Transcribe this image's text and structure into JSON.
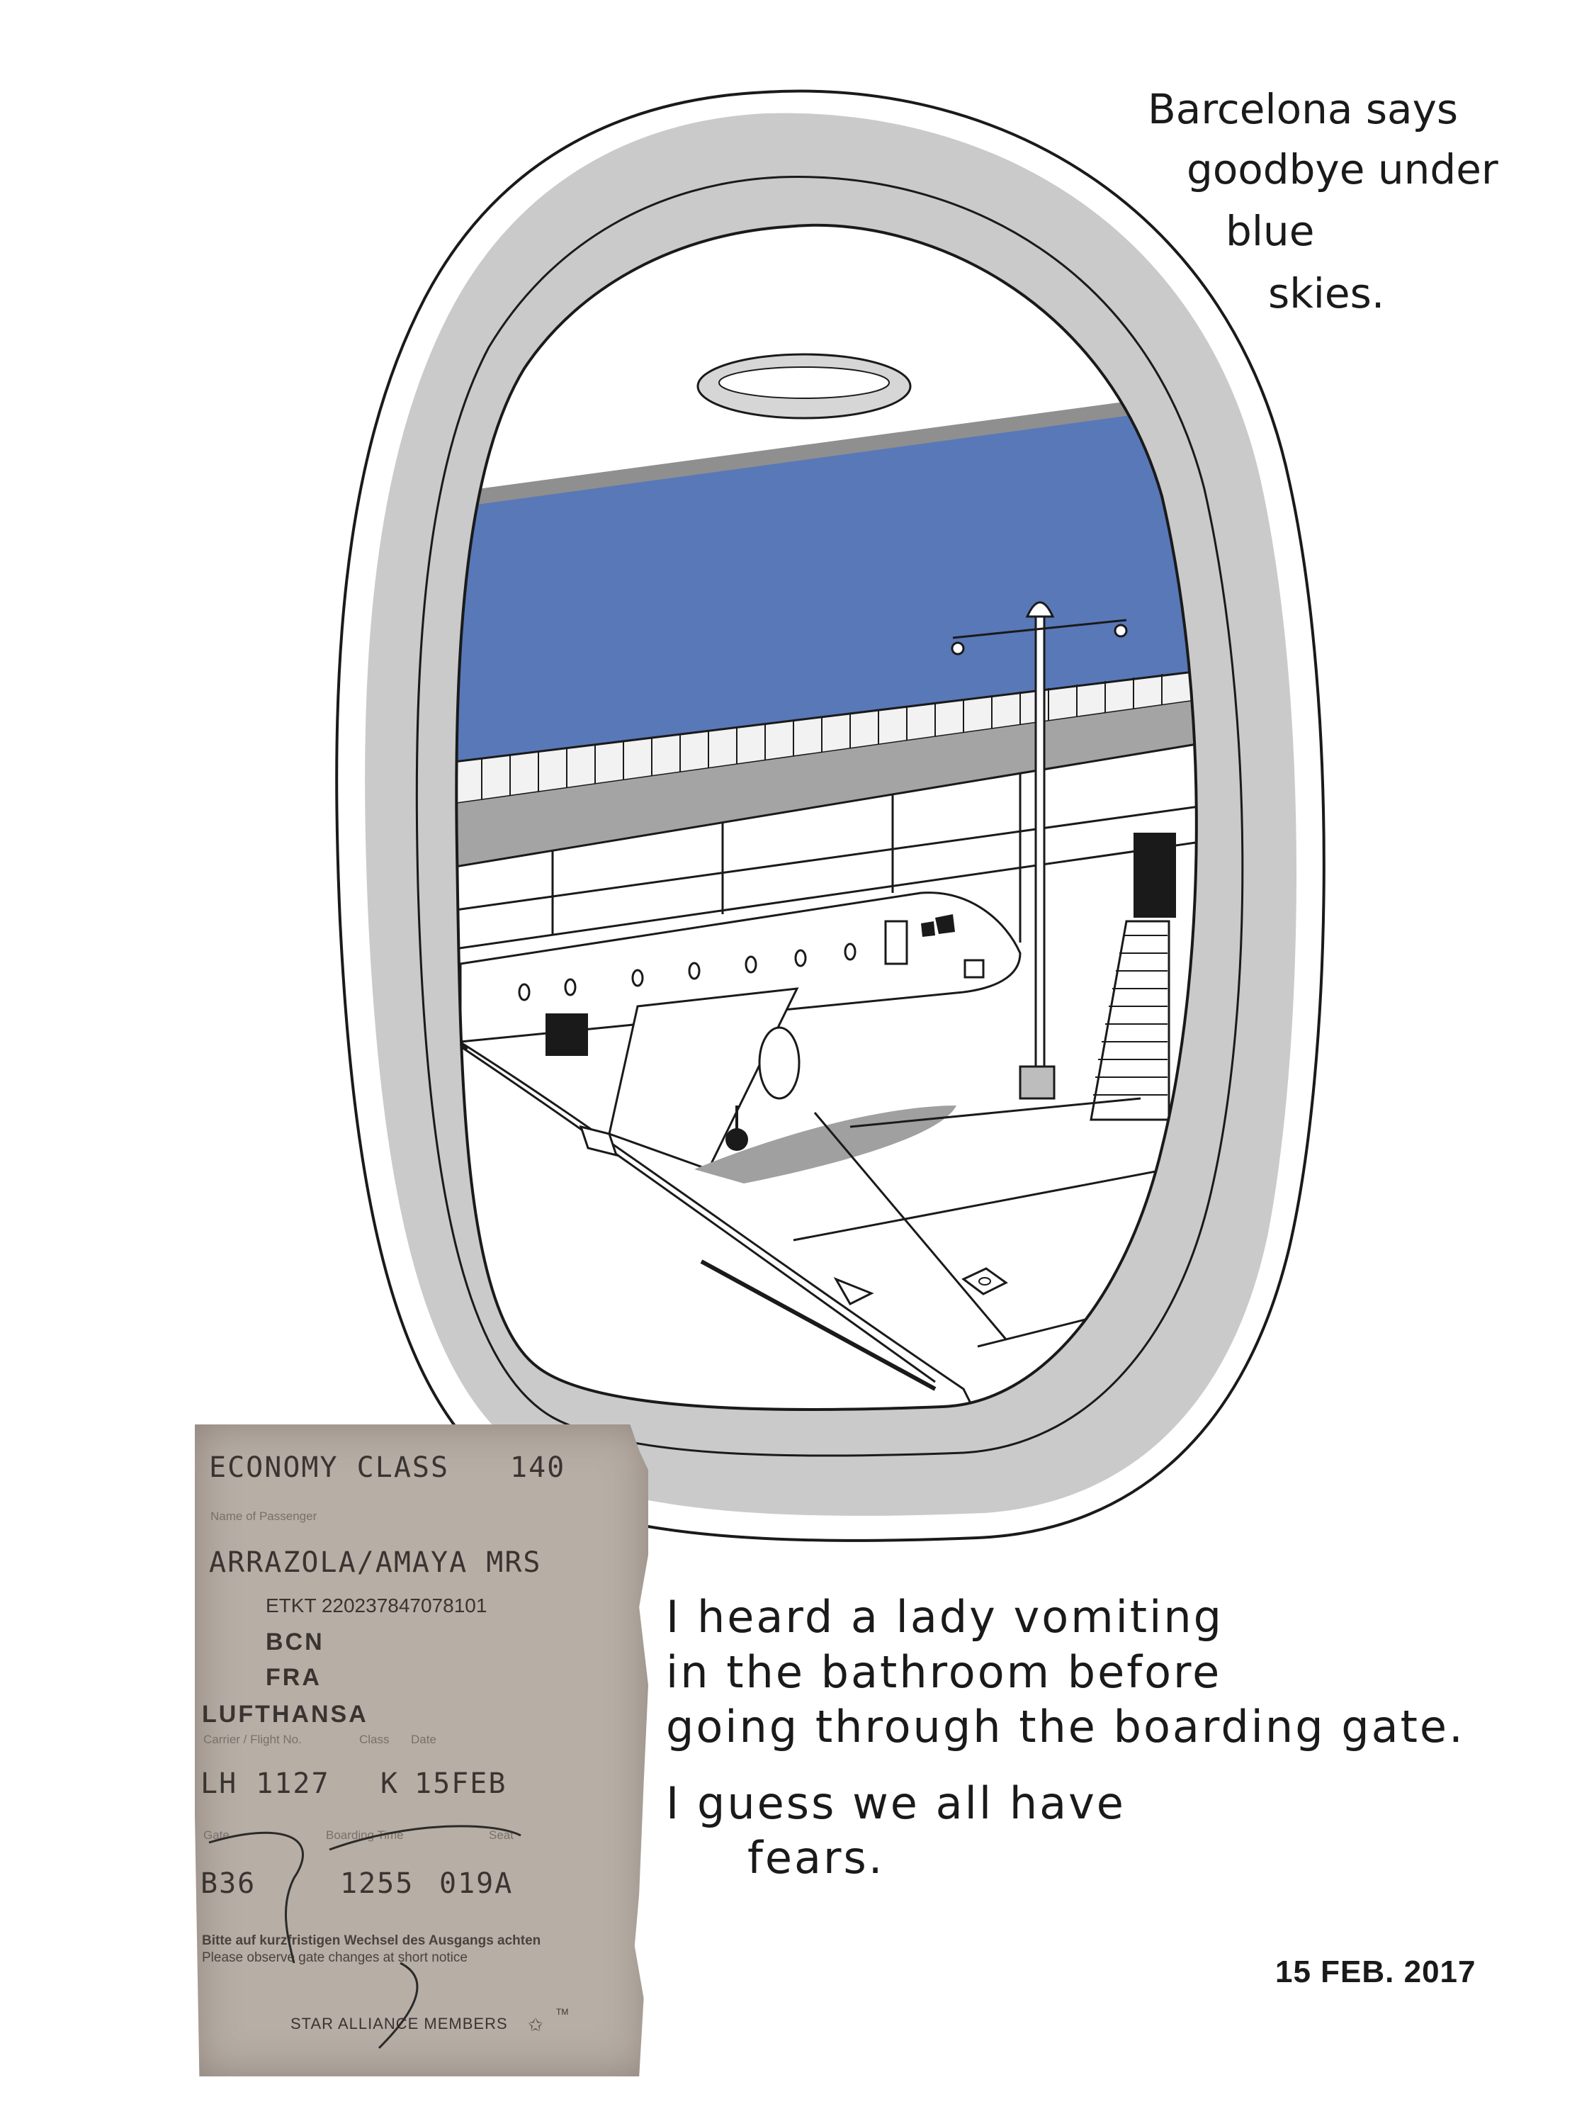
{
  "caption_top": [
    "Barcelona says",
    "goodbye under",
    "blue",
    "skies."
  ],
  "caption_bottom": [
    "I heard a lady vomiting",
    "in the bathroom before",
    "going through the boarding gate.",
    "I guess we all have",
    "fears."
  ],
  "journal_date": "15 FEB. 2017",
  "boarding_pass": {
    "class_line": "ECONOMY CLASS",
    "class_number": "140",
    "name_label": "Name of Passenger",
    "passenger_name": "ARRAZOLA/AMAYA MRS",
    "eticket": "ETKT 220237847078101",
    "origin": "BCN",
    "destination": "FRA",
    "airline": "LUFTHANSA",
    "carrier_label": "Carrier / Flight No.",
    "class_label": "Class",
    "date_label": "Date",
    "flight": "LH 1127",
    "fare_class": "K",
    "date": "15FEB",
    "gate_label": "Gate",
    "boarding_time_label": "Boarding Time",
    "seat_label": "Seat",
    "gate": "B36",
    "boarding_time": "1255",
    "seat": "019A",
    "notice_de": "Bitte auf kurzfristigen Wechsel des Ausgangs achten",
    "notice_en": "Please observe gate changes at short notice",
    "alliance": "STAR ALLIANCE MEMBERS",
    "trademark": "TM"
  },
  "colors": {
    "sky": "#5878b8",
    "frame_shadow": "#a9a9a9",
    "ink": "#1a1a1a",
    "ticket": "#b7aea6"
  }
}
